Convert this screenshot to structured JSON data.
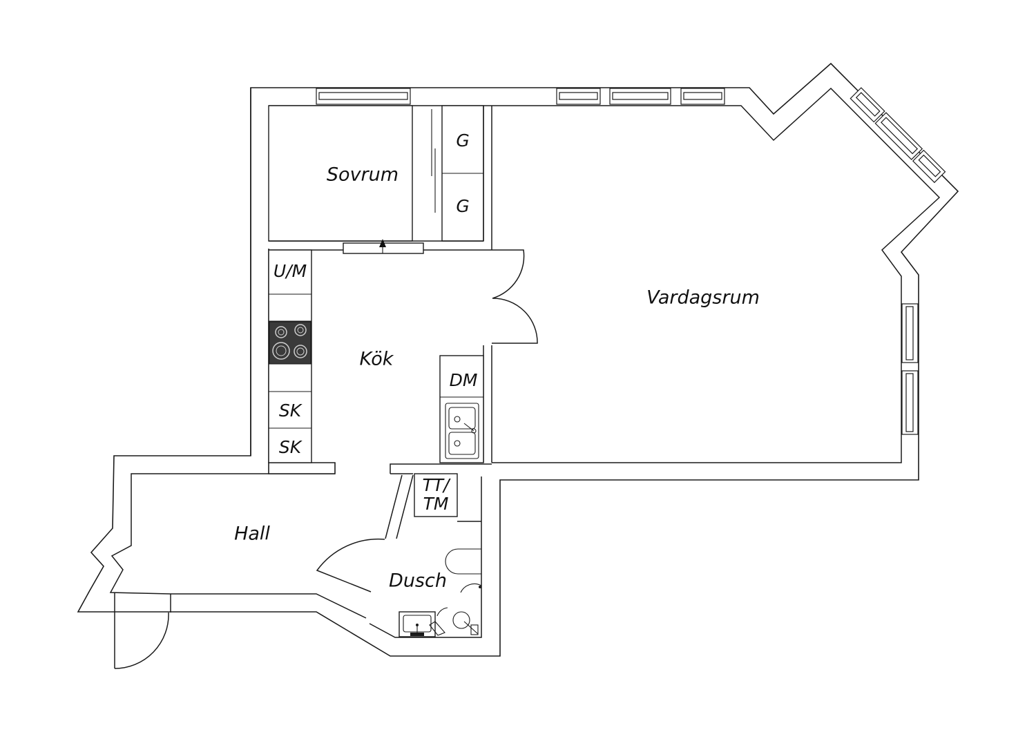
{
  "rooms": {
    "sovrum": "Sovrum",
    "vardagsrum": "Vardagsrum",
    "kok": "Kök",
    "hall": "Hall",
    "dusch": "Dusch"
  },
  "fixtures": {
    "garderob_1": "G",
    "garderob_2": "G",
    "ugn_mikro": "U/M",
    "diskmaskin": "DM",
    "skap_1": "SK",
    "skap_2": "SK",
    "tvatt_line1": "TT/",
    "tvatt_line2": "TM"
  },
  "colors": {
    "line": "#1a1a1a",
    "stove": "#3a3a3a",
    "background": "#ffffff"
  }
}
